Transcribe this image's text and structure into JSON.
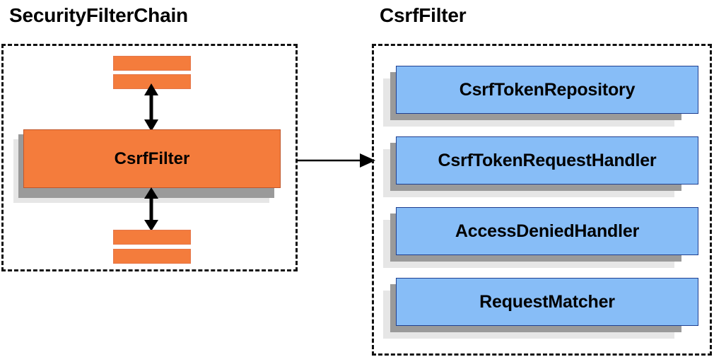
{
  "diagram": {
    "title_left": "SecurityFilterChain",
    "title_right": "CsrfFilter",
    "left_panel": {
      "main_component_label": "CsrfFilter",
      "abbreviated_filters_above": 2,
      "abbreviated_filters_below": 2,
      "arrow_above_label": "",
      "arrow_below_label": ""
    },
    "right_panel": {
      "collaborators": [
        {
          "label": "CsrfTokenRepository"
        },
        {
          "label": "CsrfTokenRequestHandler"
        },
        {
          "label": "AccessDeniedHandler"
        },
        {
          "label": "RequestMatcher"
        }
      ]
    },
    "connector": {
      "from": "SecurityFilterChain",
      "to": "CsrfFilter",
      "style": "solid-arrow-right"
    },
    "colors": {
      "orange_fill": "#f47c3c",
      "orange_border": "#c0562a",
      "blue_fill": "#87bdf7",
      "blue_border": "#1f3f8f",
      "shadow_dark": "#9a9a9a",
      "shadow_light": "#e6e6e6",
      "dash_border": "#111111",
      "text": "#000000",
      "background": "#ffffff"
    }
  }
}
